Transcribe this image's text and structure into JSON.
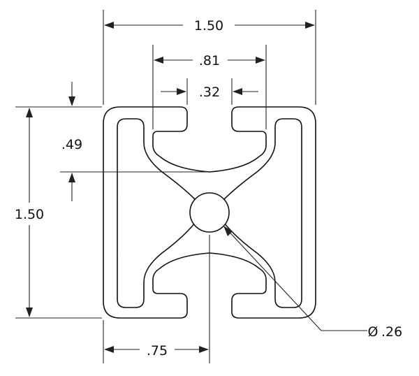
{
  "drawing": {
    "dims": {
      "overall_width": "1.50",
      "slot_outer": ".81",
      "slot_opening": ".32",
      "slot_depth": ".49",
      "overall_height": "1.50",
      "center_offset": ".75",
      "bore_diameter": ".26",
      "diameter_symbol": "Ø"
    }
  }
}
